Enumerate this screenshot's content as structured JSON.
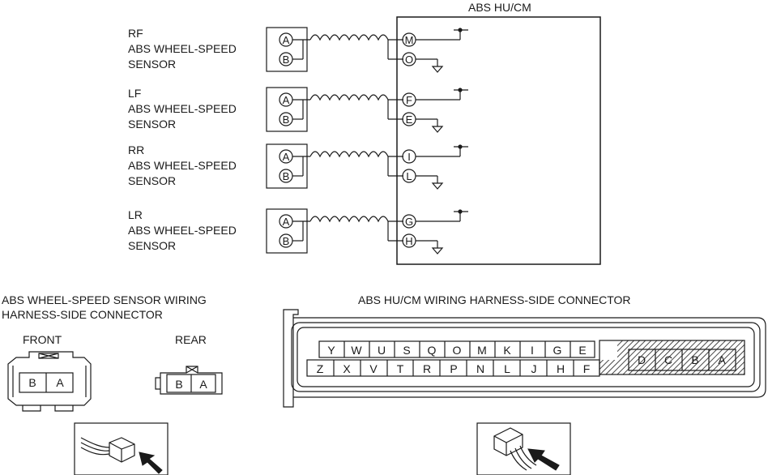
{
  "module": {
    "title": "ABS HU/CM"
  },
  "sensors": [
    {
      "position": "RF",
      "line2": "ABS WHEEL-SPEED",
      "line3": "SENSOR",
      "pin_a": "A",
      "pin_b": "B",
      "module_pin_1": "M",
      "module_pin_2": "O"
    },
    {
      "position": "LF",
      "line2": "ABS WHEEL-SPEED",
      "line3": "SENSOR",
      "pin_a": "A",
      "pin_b": "B",
      "module_pin_1": "F",
      "module_pin_2": "E"
    },
    {
      "position": "RR",
      "line2": "ABS WHEEL-SPEED",
      "line3": "SENSOR",
      "pin_a": "A",
      "pin_b": "B",
      "module_pin_1": "I",
      "module_pin_2": "L"
    },
    {
      "position": "LR",
      "line2": "ABS WHEEL-SPEED",
      "line3": "SENSOR",
      "pin_a": "A",
      "pin_b": "B",
      "module_pin_1": "G",
      "module_pin_2": "H"
    }
  ],
  "sensor_connector": {
    "title_line1": "ABS WHEEL-SPEED SENSOR WIRING",
    "title_line2": "HARNESS-SIDE CONNECTOR",
    "front_label": "FRONT",
    "rear_label": "REAR",
    "front_pins": [
      "B",
      "A"
    ],
    "rear_pins": [
      "B",
      "A"
    ]
  },
  "module_connector": {
    "title": "ABS HU/CM WIRING HARNESS-SIDE CONNECTOR",
    "top_row": [
      "Y",
      "W",
      "U",
      "S",
      "Q",
      "O",
      "M",
      "K",
      "I",
      "G",
      "E"
    ],
    "bottom_row": [
      "Z",
      "X",
      "V",
      "T",
      "R",
      "P",
      "N",
      "L",
      "J",
      "H",
      "F"
    ],
    "large_pins": [
      "D",
      "C",
      "B",
      "A"
    ]
  },
  "icons": {
    "left": "connector-view-arrow-icon",
    "right": "connector-view-arrow-icon"
  }
}
